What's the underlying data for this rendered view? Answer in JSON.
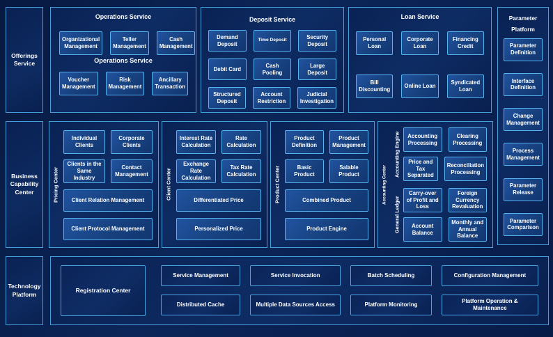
{
  "colors": {
    "background": "#081c48",
    "panel_border": "#46a0dd",
    "box_border": "#58b4f0",
    "box_fill_light": "#1c478c",
    "box_fill_dark": "#0d2a5e",
    "text": "#ffffff"
  },
  "rail": {
    "offerings": "Offerings Service",
    "business": "Business Capability Center",
    "technology": "Technology Platform"
  },
  "operations": {
    "title": "Operations Service",
    "subtitle": "Operations Service",
    "row1": [
      "Organizational Management",
      "Teller Management",
      "Cash Management"
    ],
    "row2": [
      "Voucher Management",
      "Risk Management",
      "Ancillary Transaction"
    ]
  },
  "deposit": {
    "title": "Deposit Service",
    "rows": [
      [
        "Demand Deposit",
        "Time Deposit",
        "Security Deposit"
      ],
      [
        "Debit Card",
        "Cash Pooling",
        "Large Deposit"
      ],
      [
        "Structured Deposit",
        "Account Restriction",
        "Judicial Investigation"
      ]
    ]
  },
  "loan": {
    "title": "Loan Service",
    "rows": [
      [
        "Personal Loan",
        "Corporate Loan",
        "Financing Credit"
      ],
      [
        "Bill Discounting",
        "Online Loan",
        "Syndicated Loan"
      ]
    ]
  },
  "parameter": {
    "title_line1": "Parameter",
    "title_line2": "Platform",
    "items": [
      "Parameter Definition",
      "Interface Definition",
      "Change Management",
      "Process Management",
      "Parameter Release",
      "Parameter Comparison"
    ]
  },
  "pricing": {
    "label": "Pricing Center",
    "row1": [
      "Individual Clients",
      "Corporate Clients"
    ],
    "row2": [
      "Clients in the Same Industry",
      "Contact Management"
    ],
    "wide1": "Client Relation Management",
    "wide2": "Client Protocol Management"
  },
  "client": {
    "label": "Client Center",
    "row1": [
      "Interest Rate Calculation",
      "Rate Calculation"
    ],
    "row2": [
      "Exchange Rate Calculation",
      "Tax Rate Calculation"
    ],
    "wide1": "Differentiated Price",
    "wide2": "Personalized Price"
  },
  "product": {
    "label": "Product Center",
    "row1": [
      "Product Definition",
      "Product Management"
    ],
    "row2": [
      "Basic Product",
      "Salable Product"
    ],
    "wide1": "Combined Product",
    "wide2": "Product Engine"
  },
  "accounting": {
    "label": "Accounting Center",
    "engine": {
      "label": "Accounting Engine",
      "row1": [
        "Accounting Processing",
        "Clearing Processing"
      ],
      "row2": [
        "Price and Tax Separated",
        "Reconciliation Processing"
      ]
    },
    "ledger": {
      "label": "General Ledger",
      "row1": [
        "Carry-over of Profit and Loss",
        "Foreign Currency Revaluation"
      ],
      "row2": [
        "Account Balance",
        "Monthly and Annual Balance"
      ]
    }
  },
  "technology": {
    "registration": "Registration Center",
    "grid": [
      "Service Management",
      "Service Invocation",
      "Batch Scheduling",
      "Configuration Management",
      "Distributed Cache",
      "Multiple Data Sources Access",
      "Platform Monitoring",
      "Platform Operation & Maintenance"
    ]
  }
}
